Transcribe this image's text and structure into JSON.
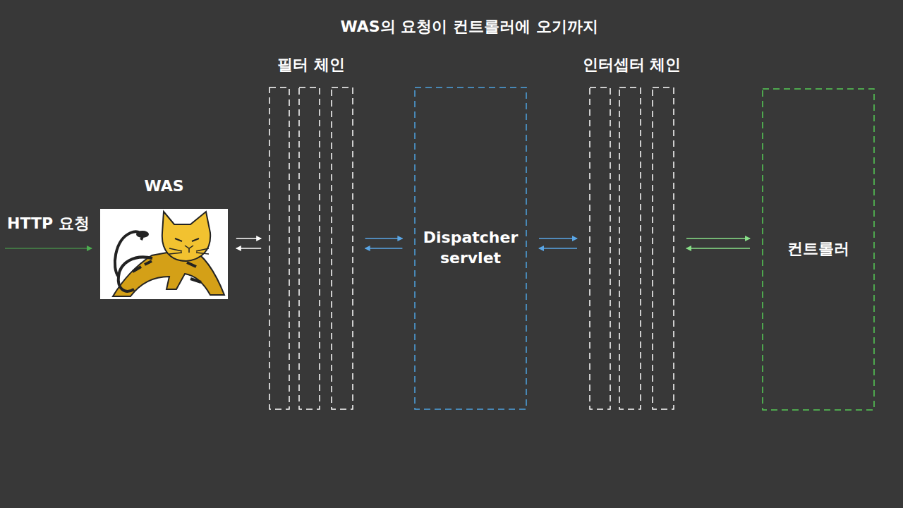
{
  "diagram": {
    "title": "WAS의 요청이 컨트롤러에 오기까지",
    "nodes": [
      {
        "text": [
          "WAS"
        ]
      },
      {
        "text": [
          "필터 체인"
        ]
      },
      {
        "text": [
          "Dispatcher servlet"
        ]
      },
      {
        "text": [
          "인터셉터 체인"
        ]
      },
      {
        "text": [
          "컨트롤러"
        ]
      }
    ],
    "edges": [
      {
        "from": 0,
        "to": 1,
        "arrow": "both"
      },
      {
        "from": 1,
        "to": 2,
        "arrow": "both"
      },
      {
        "from": 2,
        "to": 3,
        "arrow": "both"
      },
      {
        "from": 3,
        "to": 4,
        "arrow": "both"
      }
    ],
    "labels": [
      "HTTP 요청"
    ]
  }
}
